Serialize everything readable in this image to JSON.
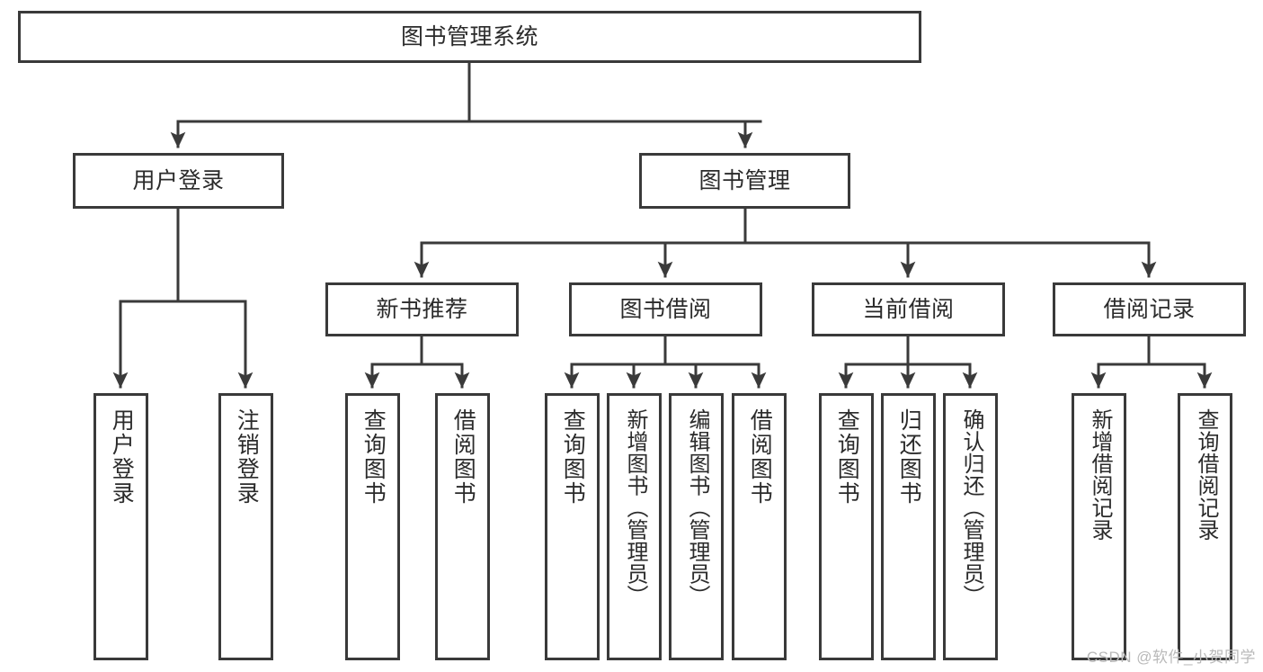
{
  "diagram": {
    "title": "图书管理系统",
    "type": "tree-hierarchy-diagram",
    "colors": {
      "box_border": "#3a3a3a",
      "box_fill": "#ffffff",
      "connector": "#3a3a3a",
      "text": "#2b2b2b",
      "watermark": "#b9b9b9",
      "background": "#ffffff"
    },
    "root": {
      "label": "图书管理系统"
    },
    "level2": [
      {
        "label": "用户登录"
      },
      {
        "label": "图书管理"
      }
    ],
    "level3": [
      {
        "label": "新书推荐"
      },
      {
        "label": "图书借阅"
      },
      {
        "label": "当前借阅"
      },
      {
        "label": "借阅记录"
      }
    ],
    "leaves": {
      "user_login": [
        {
          "label": "用户登录"
        },
        {
          "label": "注销登录"
        }
      ],
      "new_book_recommend": [
        {
          "label": "查询图书"
        },
        {
          "label": "借阅图书"
        }
      ],
      "book_borrow": [
        {
          "label": "查询图书"
        },
        {
          "label": "新增图书（管理员）"
        },
        {
          "label": "编辑图书（管理员）"
        },
        {
          "label": "借阅图书"
        }
      ],
      "current_borrow": [
        {
          "label": "查询图书"
        },
        {
          "label": "归还图书"
        },
        {
          "label": "确认归还（管理员）"
        }
      ],
      "borrow_record": [
        {
          "label": "新增借阅记录"
        },
        {
          "label": "查询借阅记录"
        }
      ]
    }
  },
  "watermark": {
    "text": "CSDN @软件_小贺同学"
  }
}
